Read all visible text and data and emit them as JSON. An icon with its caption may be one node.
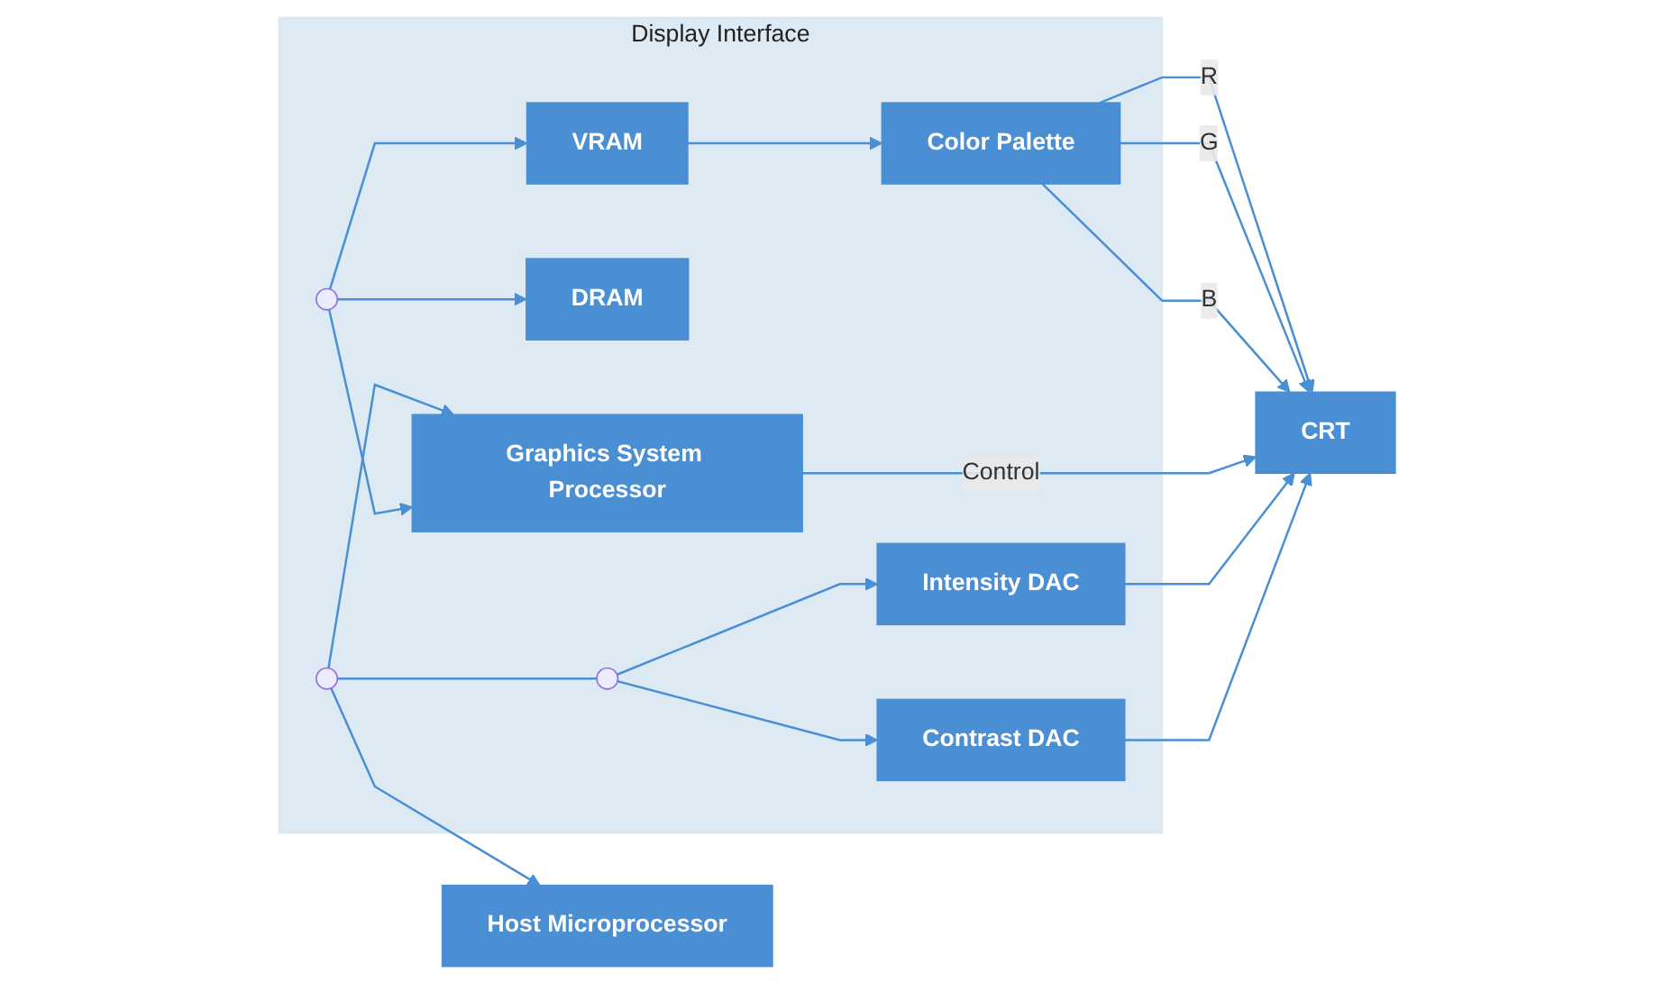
{
  "diagram": {
    "nodes": [
      {
        "text": [
          "Display Interface"
        ]
      },
      {
        "text": [
          "Host Microprocessor"
        ]
      },
      {
        "text": [
          "Graphics System Processor"
        ],
        "in": 0
      },
      {
        "text": [
          "DRAM"
        ],
        "in": 0
      },
      {
        "text": [
          "VRAM"
        ],
        "in": 0
      },
      {
        "text": [
          "Color Palette"
        ],
        "in": 0
      },
      {
        "text": [
          "Intensity DAC"
        ],
        "in": 0
      },
      {
        "text": [
          "Contrast DAC"
        ],
        "in": 0
      },
      {
        "text": [
          "CRT"
        ]
      },
      {
        "text": [],
        "shape": "circle",
        "in": 0
      },
      {
        "text": [],
        "shape": "circle",
        "in": 0
      },
      {
        "text": [],
        "shape": "circle",
        "in": 0
      }
    ],
    "edges": [
      {
        "from": 9,
        "to": 1,
        "arrow": "to"
      },
      {
        "from": 9,
        "to": 2,
        "arrow": "to"
      },
      {
        "from": 10,
        "to": 2,
        "arrow": "to"
      },
      {
        "from": 10,
        "to": 3,
        "arrow": "to"
      },
      {
        "from": 10,
        "to": 4,
        "arrow": "to"
      },
      {
        "from": 4,
        "to": 5,
        "arrow": "to"
      },
      {
        "from": 5,
        "to": 8,
        "arrow": "to",
        "label": "R"
      },
      {
        "from": 5,
        "to": 8,
        "arrow": "to",
        "label": "G"
      },
      {
        "from": 5,
        "to": 8,
        "arrow": "to",
        "label": "B"
      },
      {
        "from": 2,
        "to": 8,
        "arrow": "to",
        "label": "Control"
      },
      {
        "from": 9,
        "to": 11,
        "arrow": "none"
      },
      {
        "from": 11,
        "to": 6,
        "arrow": "to"
      },
      {
        "from": 11,
        "to": 7,
        "arrow": "to"
      },
      {
        "from": 6,
        "to": 8,
        "arrow": "to"
      },
      {
        "from": 7,
        "to": 8,
        "arrow": "to"
      }
    ]
  }
}
